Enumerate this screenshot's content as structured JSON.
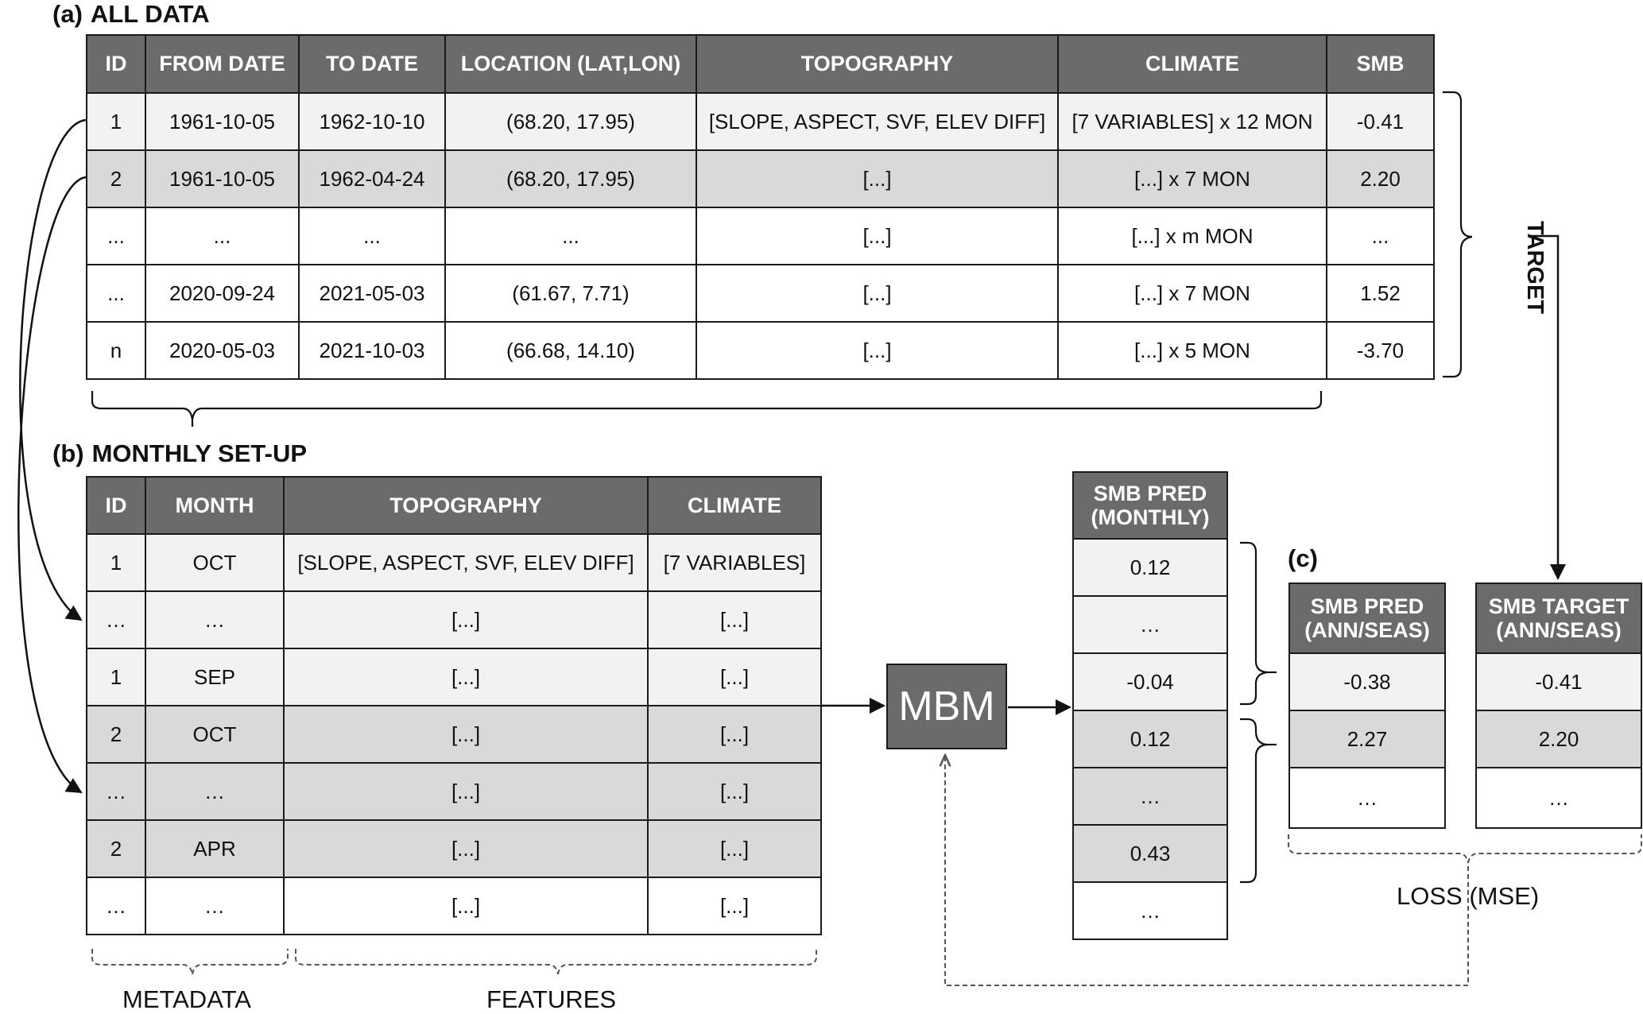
{
  "section_a": {
    "tag": "(a)",
    "title": "ALL DATA"
  },
  "section_b": {
    "tag": "(b)",
    "title": "MONTHLY SET-UP"
  },
  "section_c": {
    "tag": "(c)"
  },
  "all_data": {
    "headers": [
      "ID",
      "FROM DATE",
      "TO DATE",
      "LOCATION (LAT,LON)",
      "TOPOGRAPHY",
      "CLIMATE",
      "SMB"
    ],
    "rows": [
      [
        "1",
        "1961-10-05",
        "1962-10-10",
        "(68.20, 17.95)",
        "[SLOPE, ASPECT, SVF, ELEV DIFF]",
        "[7 VARIABLES] x 12 MON",
        "-0.41"
      ],
      [
        "2",
        "1961-10-05",
        "1962-04-24",
        "(68.20, 17.95)",
        "[...]",
        "[...] x 7 MON",
        "2.20"
      ],
      [
        "...",
        "...",
        "...",
        "...",
        "[...]",
        "[...] x m MON",
        "..."
      ],
      [
        "...",
        "2020-09-24",
        "2021-05-03",
        "(61.67, 7.71)",
        "[...]",
        "[...] x 7 MON",
        "1.52"
      ],
      [
        "n",
        "2020-05-03",
        "2021-10-03",
        "(66.68, 14.10)",
        "[...]",
        "[...] x 5 MON",
        "-3.70"
      ]
    ],
    "target_label": "TARGET"
  },
  "monthly": {
    "headers": [
      "ID",
      "MONTH",
      "TOPOGRAPHY",
      "CLIMATE"
    ],
    "rows": [
      [
        "1",
        "OCT",
        "[SLOPE, ASPECT, SVF, ELEV DIFF]",
        "[7 VARIABLES]"
      ],
      [
        "…",
        "…",
        "[...]",
        "[...]"
      ],
      [
        "1",
        "SEP",
        "[...]",
        "[...]"
      ],
      [
        "2",
        "OCT",
        "[...]",
        "[...]"
      ],
      [
        "…",
        "…",
        "[...]",
        "[...]"
      ],
      [
        "2",
        "APR",
        "[...]",
        "[...]"
      ],
      [
        "…",
        "…",
        "[...]",
        "[...]"
      ]
    ],
    "metadata_label": "METADATA",
    "features_label": "FEATURES"
  },
  "model": {
    "label": "MBM"
  },
  "smb_pred_monthly": {
    "header_line1": "SMB PRED",
    "header_line2": "(MONTHLY)",
    "values": [
      "0.12",
      "…",
      "-0.04",
      "0.12",
      "…",
      "0.43",
      "…"
    ]
  },
  "smb_pred_ann": {
    "header_line1": "SMB PRED",
    "header_line2": "(ANN/SEAS)",
    "values": [
      "-0.38",
      "2.27",
      "…"
    ]
  },
  "smb_target_ann": {
    "header_line1": "SMB TARGET",
    "header_line2": "(ANN/SEAS)",
    "values": [
      "-0.41",
      "2.20",
      "…"
    ]
  },
  "loss_label": "LOSS (MSE)"
}
